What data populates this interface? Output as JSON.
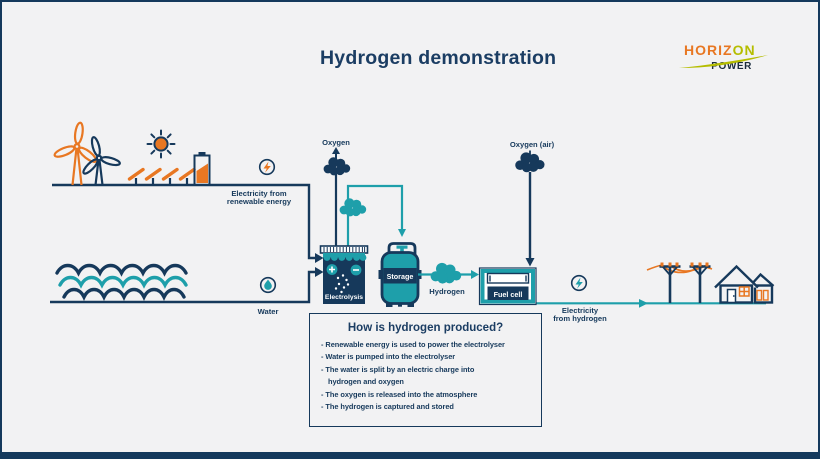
{
  "title": "Hydrogen demonstration",
  "logo": {
    "part1": "HORIZ",
    "part2": "ON",
    "subtitle": "POWER"
  },
  "labels": {
    "electricity_renewable_1": "Electricity from",
    "electricity_renewable_2": "renewable energy",
    "water": "Water",
    "oxygen": "Oxygen",
    "oxygen_air": "Oxygen (air)",
    "hydrogen": "Hydrogen",
    "electricity_hydrogen_1": "Electricity",
    "electricity_hydrogen_2": "from hydrogen"
  },
  "equipment": {
    "electrolysis": "Electrolysis",
    "storage": "Storage",
    "fuel_cell": "Fuel cell"
  },
  "info_box": {
    "title": "How is hydrogen produced?",
    "lines": [
      "- Renewable energy is used to power the electrolyser",
      "- Water is pumped into the electrolyser",
      "- The water is split by an electric charge into",
      "hydrogen and oxygen",
      "- The oxygen is released into the atmosphere",
      "- The hydrogen is captured and stored"
    ]
  },
  "icons": {
    "wind_turbine": "wind-turbine",
    "sun": "sun",
    "solar_panels": "solar-panels",
    "battery": "battery",
    "lightning": "lightning-bolt",
    "water_drop": "water-drop",
    "cloud": "gas-cloud",
    "power_pole": "power-pole",
    "house": "house"
  },
  "colors": {
    "navy": "#16395B",
    "teal": "#1E9FAA",
    "orange": "#E87722",
    "logo_green": "#B5BD00",
    "background": "#F2F2F3"
  }
}
